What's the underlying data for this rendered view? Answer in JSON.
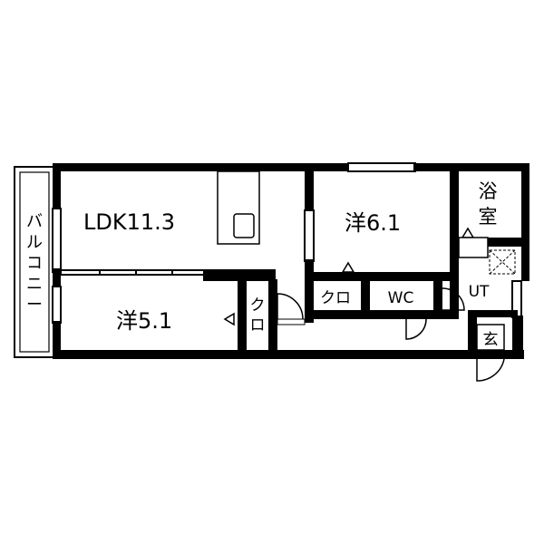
{
  "rooms": {
    "ldk": "LDK11.3",
    "western_large": "洋6.1",
    "western_small": "洋5.1",
    "bath_line1": "浴",
    "bath_line2": "室",
    "closet_upper": "クロ",
    "closet_side_line1": "ク",
    "closet_side_line2": "ロ",
    "toilet": "WC",
    "utility": "UT",
    "entrance": "玄"
  },
  "balcony": {
    "chars": [
      "バ",
      "ル",
      "コ",
      "ニ",
      "ー"
    ]
  },
  "colors": {
    "wall": "#000000",
    "background": "#ffffff",
    "fixture_stroke": "#000000"
  }
}
